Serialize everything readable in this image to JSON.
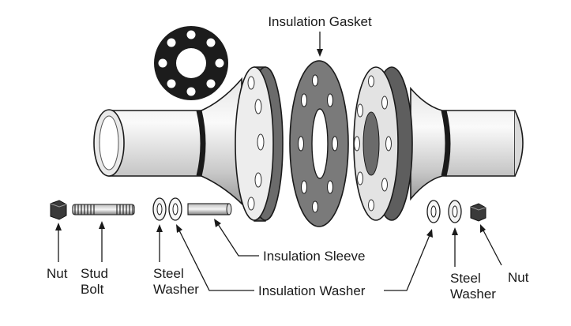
{
  "labels": {
    "insulation_gasket": "Insulation Gasket",
    "insulation_sleeve": "Insulation Sleeve",
    "insulation_washer": "Insulation Washer",
    "nut": "Nut",
    "stud_bolt": "Stud Bolt",
    "steel_washer": "Steel Washer"
  },
  "colors": {
    "pipe_light": "#f2f2f2",
    "pipe_mid": "#cfcfcf",
    "pipe_dark": "#8d8d8d",
    "flange_rim": "#6b6b6b",
    "gasket": "#7a7a7a",
    "ring": "#1c1c1c",
    "hole": "#ffffff",
    "ink": "#1a1a1a"
  }
}
